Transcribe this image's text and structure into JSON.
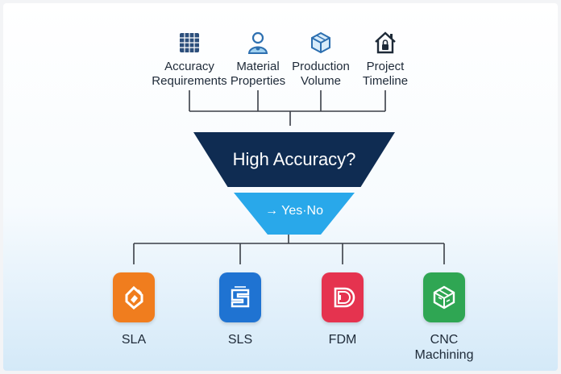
{
  "colors": {
    "funnel_top": "#0f2c52",
    "funnel_bottom": "#29a8ea",
    "sla": "#f07d1e",
    "sls": "#1f73d2",
    "fdm": "#e5334f",
    "cnc": "#2fa653",
    "lines": "#3a3f47"
  },
  "factors": [
    {
      "label": "Accuracy\nRequirements",
      "icon": "grid-icon"
    },
    {
      "label": "Material\nProperties",
      "icon": "person-icon"
    },
    {
      "label": "Production\nVolume",
      "icon": "cube-icon"
    },
    {
      "label": "Project\nTimeline",
      "icon": "house-lock-icon"
    }
  ],
  "funnel": {
    "question": "High Accuracy?",
    "answer": "→ Yes·No"
  },
  "methods": [
    {
      "label": "SLA",
      "icon": "sla-icon"
    },
    {
      "label": "SLS",
      "icon": "sls-icon"
    },
    {
      "label": "FDM",
      "icon": "fdm-icon"
    },
    {
      "label": "CNC\nMachining",
      "icon": "cnc-icon"
    }
  ]
}
